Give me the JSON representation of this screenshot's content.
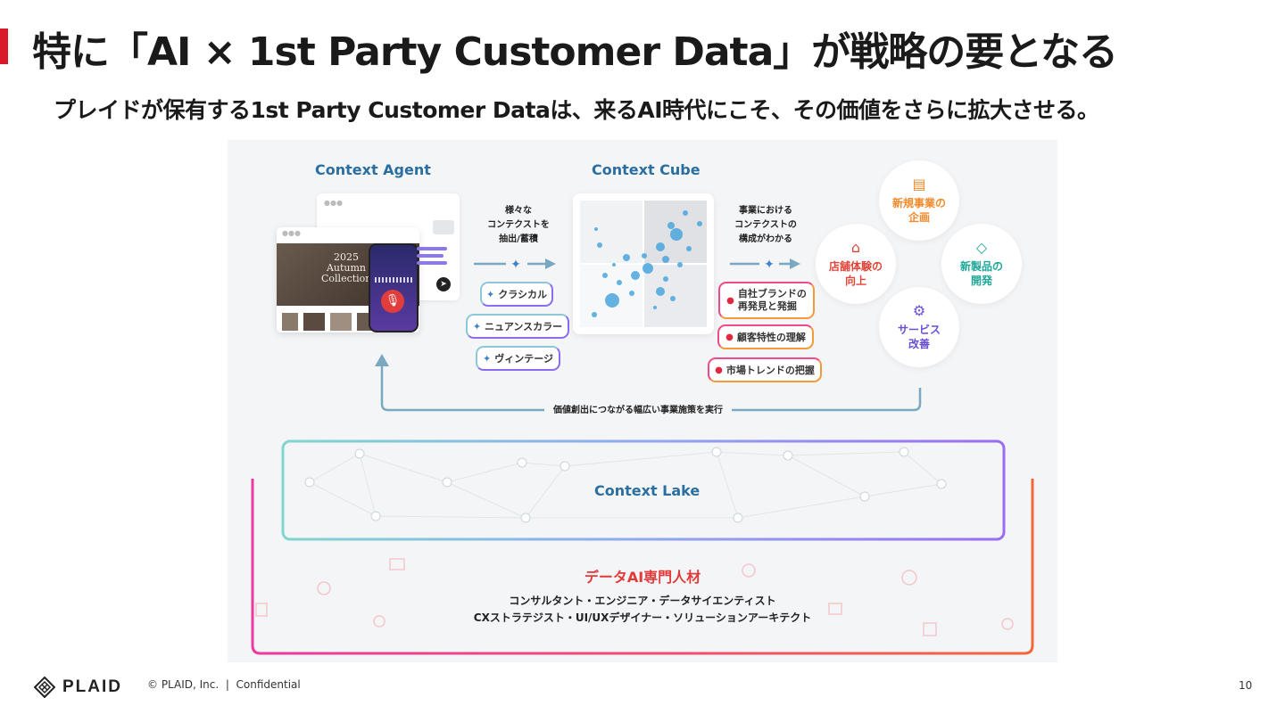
{
  "slide": {
    "title": "特に「AI × 1st Party Customer Data」が戦略の要となる",
    "subtitle": "プレイドが保有する1st Party Customer Dataは、来るAI時代にこそ、その価値をさらに拡大させる。",
    "accent_color": "#d7192a"
  },
  "diagram": {
    "context_agent": {
      "title": "Context Agent",
      "image_text": "2025 Autumn Collection",
      "icons": [
        "mic-icon",
        "send-icon"
      ]
    },
    "step1": {
      "caption_lines": [
        "様々な",
        "コンテクストを",
        "抽出/蓄積"
      ]
    },
    "cool_chips": [
      "クラシカル",
      "ニュアンスカラー",
      "ヴィンテージ"
    ],
    "context_cube": {
      "title": "Context Cube"
    },
    "step2": {
      "caption_lines": [
        "事業における",
        "コンテクストの",
        "構成がわかる"
      ]
    },
    "warm_chips": [
      "自社ブランドの\n再発見と発掘",
      "顧客特性の理解",
      "市場トレンドの把握"
    ],
    "outcomes": [
      {
        "label": "新規事業の\n企画",
        "icon": "presentation-icon",
        "color": "#f08a2a"
      },
      {
        "label": "店舗体験の\n向上",
        "icon": "store-icon",
        "color": "#e0453a"
      },
      {
        "label": "新製品の\n開発",
        "icon": "diamond-icon",
        "color": "#1fa89a"
      },
      {
        "label": "サービス\n改善",
        "icon": "gear-icon",
        "color": "#6a4fd8"
      }
    ],
    "feedback_label": "価値創出につながる幅広い事業施策を実行",
    "context_lake": {
      "title": "Context Lake"
    },
    "specialists": {
      "title": "データAI専門人材",
      "line1": "コンサルタント・エンジニア・データサイエンティスト",
      "line2": "CXストラテジスト・UI/UXデザイナー・ソリューションアーキテクト"
    }
  },
  "footer": {
    "brand": "PLAID",
    "copyright": "© PLAID, Inc.",
    "separator": "|",
    "confidentiality": "Confidential",
    "page_number": "10"
  }
}
